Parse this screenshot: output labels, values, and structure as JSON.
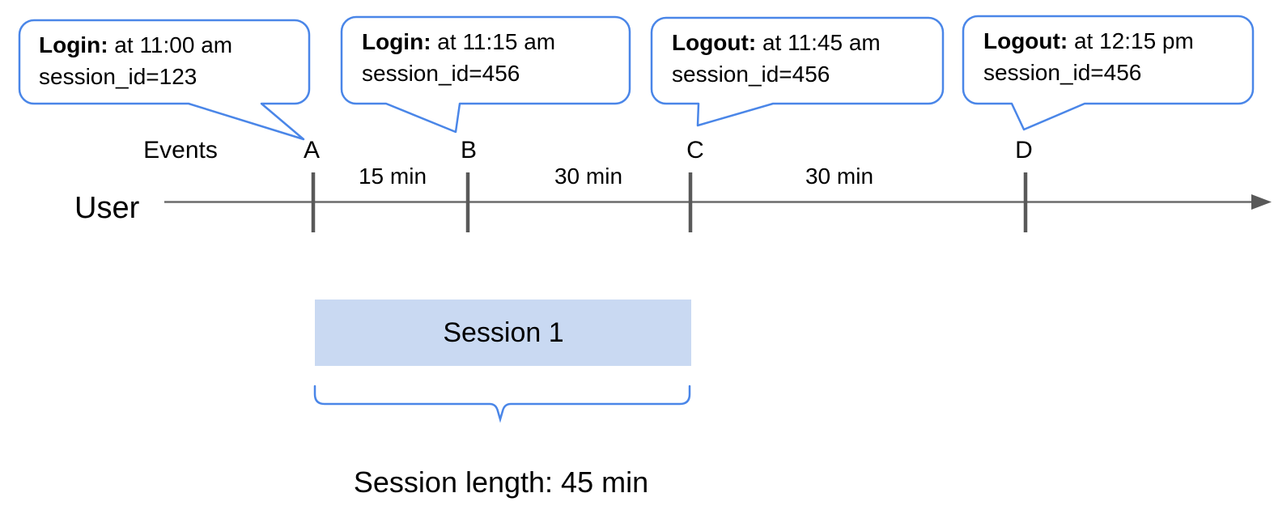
{
  "callouts": [
    {
      "marker": "A",
      "label": "Login:",
      "time_text": " at 11:00 am",
      "session_text": "session_id=123"
    },
    {
      "marker": "B",
      "label": "Login:",
      "time_text": " at 11:15 am",
      "session_text": "session_id=456"
    },
    {
      "marker": "C",
      "label": "Logout:",
      "time_text": " at 11:45 am",
      "session_text": "session_id=456"
    },
    {
      "marker": "D",
      "label": "Logout:",
      "time_text": " at 12:15 pm",
      "session_text": "session_id=456"
    }
  ],
  "timeline": {
    "actor_label": "User",
    "events_label": "Events",
    "markers": [
      "A",
      "B",
      "C",
      "D"
    ],
    "intervals": [
      "15 min",
      "30 min",
      "30 min"
    ]
  },
  "session": {
    "label": "Session 1",
    "length_text": "Session length: 45 min"
  },
  "colors": {
    "accent_blue": "#4a86e8",
    "session_fill": "#c9d9f2",
    "timeline_gray": "#6b6b6b",
    "tick_gray": "#595959",
    "text_black": "#000000"
  }
}
